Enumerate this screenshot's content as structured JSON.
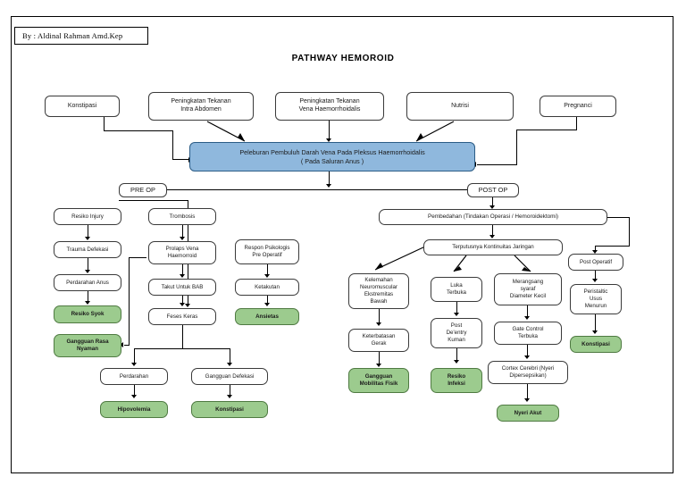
{
  "document": {
    "author_credit": "By : Aldinal Rahman Amd.Kep",
    "title": "PATHWAY HEMOROID"
  },
  "colors": {
    "blue_node": "#8fb8dd",
    "green_node": "#9ccb8e",
    "white_node": "#ffffff",
    "border": "#3a3a3a",
    "line": "#000000"
  },
  "etiology_nodes": [
    {
      "id": "konstipasi",
      "label": "Konstipasi"
    },
    {
      "id": "tekanan_intra_abdomen",
      "label": "Peningkatan Tekanan\nIntra Abdomen",
      "line1": "Peningkatan Tekanan",
      "line2": "Intra Abdomen"
    },
    {
      "id": "tekanan_vena",
      "label": "Peningkatan Tekanan\nVena Haemorrhoidalis",
      "line1": "Peningkatan Tekanan",
      "line2": "Vena Haemorrhoidalis"
    },
    {
      "id": "nutrisi",
      "label": "Nutrisi"
    },
    {
      "id": "pregnanci",
      "label": "Pregnanci"
    }
  ],
  "central_node": {
    "line1": "Peleburan Pembuluh Darah Vena Pada Pleksus Haemorrhoidalis",
    "line2": "( Pada Saluran Anus )"
  },
  "branches": {
    "pre_op_label": "PRE OP",
    "post_op_label": "POST OP"
  },
  "pre_op": {
    "column1": [
      {
        "label": "Resiko Injury",
        "type": "white"
      },
      {
        "label": "Trauma Defekasi",
        "type": "white"
      },
      {
        "label": "Perdarahan Anus",
        "type": "white"
      },
      {
        "label": "Resiko Syok",
        "type": "green"
      },
      {
        "line1": "Gangguan Rasa",
        "line2": "Nyaman",
        "type": "green"
      }
    ],
    "column2": [
      {
        "label": "Trombosis",
        "type": "white"
      },
      {
        "line1": "Prolaps Vena",
        "line2": "Haemorroid",
        "type": "white"
      },
      {
        "label": "Takut Untuk BAB",
        "type": "white"
      },
      {
        "label": "Feses Keras",
        "type": "white"
      }
    ],
    "column3": [
      {
        "line1": "Respon Psikologis",
        "line2": "Pre Operatif",
        "type": "white"
      },
      {
        "label": "Ketakutan",
        "type": "white"
      },
      {
        "label": "Ansietas",
        "type": "green"
      }
    ],
    "outcomes": [
      {
        "label": "Perdarahan",
        "type": "white"
      },
      {
        "label": "Gangguan Defekasi",
        "type": "white"
      },
      {
        "label": "Hipovolemia",
        "type": "green"
      },
      {
        "label": "Konstipasi",
        "type": "green"
      }
    ]
  },
  "post_op": {
    "surgery_node": "Pembedahan (Tindakan Operasi / Hemoroidektomi)",
    "tissue_node": "Terputusnya Kontinuitas Jaringan",
    "post_operatif_node": "Post Operatif",
    "chain_mobility": [
      {
        "line1": "Kelemahan",
        "line2": "Neuromuscular",
        "line3": "Ekstremitas",
        "line4": "Bawah",
        "type": "white"
      },
      {
        "line1": "Keterbatasan",
        "line2": "Gerak",
        "type": "white"
      },
      {
        "line1": "Gangguan",
        "line2": "Mobilitas Fisik",
        "type": "green"
      }
    ],
    "chain_infection": [
      {
        "line1": "Luka",
        "line2": "Terbuka",
        "type": "white"
      },
      {
        "line1": "Post",
        "line2": "De'entry",
        "line3": "Kuman",
        "type": "white"
      },
      {
        "line1": "Resiko",
        "line2": "Infeksi",
        "type": "green"
      }
    ],
    "chain_pain": [
      {
        "line1": "Merangsang",
        "line2": "syaraf",
        "line3": "Diameter Kecil",
        "type": "white"
      },
      {
        "line1": "Gate Control",
        "line2": "Terbuka",
        "type": "white"
      },
      {
        "line1": "Cortex Cerebri (Nyeri",
        "line2": "Dipersepsikan)",
        "type": "white"
      },
      {
        "label": "Nyeri Akut",
        "type": "green"
      }
    ],
    "chain_constipation": [
      {
        "line1": "Peristaltic",
        "line2": "Usus",
        "line3": "Menurun",
        "type": "white"
      },
      {
        "label": "Konstipasi",
        "type": "green"
      }
    ]
  }
}
